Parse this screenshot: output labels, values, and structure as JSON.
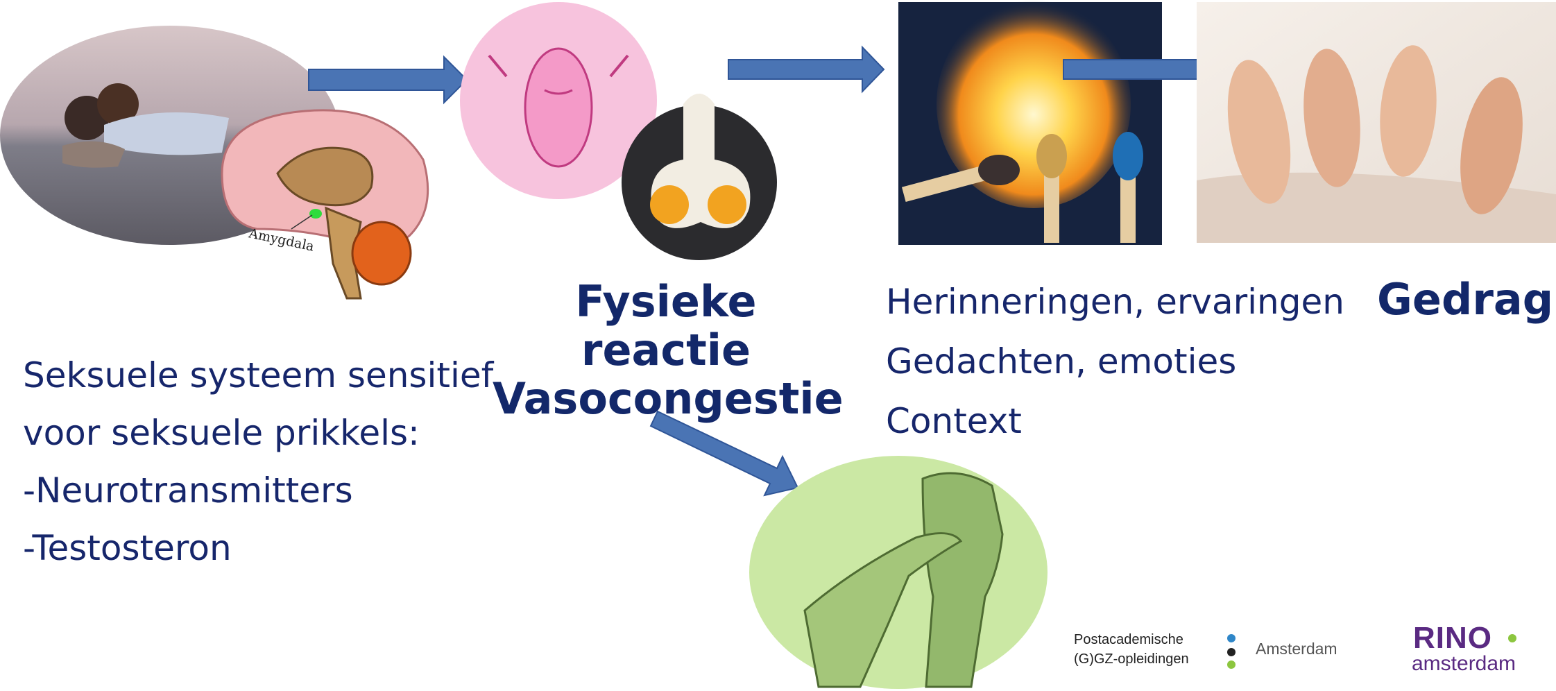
{
  "left_block": {
    "lines": [
      "Seksuele systeem sensitief",
      "voor seksuele prikkels:",
      "-Neurotransmitters",
      "-Testosteron"
    ],
    "amygdala_label": "Amygdala"
  },
  "center_block": {
    "heading_line1": "Fysieke reactie",
    "heading_line2": "Vasocongestie"
  },
  "middle_block": {
    "lines": [
      "Herinneringen, ervaringen",
      "Gedachten, emoties",
      "Context"
    ]
  },
  "right_block": {
    "heading": "Gedrag"
  },
  "footer": {
    "org_line1": "Postacademische",
    "org_line2": "(G)GZ-opleidingen",
    "city": "Amsterdam",
    "logo_title": "RINO",
    "logo_sub": "amsterdam"
  },
  "colors": {
    "text": "#16266b",
    "arrow": "#4a74b4",
    "logo": "#5a2a82",
    "dot_blue": "#2e86c8",
    "dot_dark": "#222222",
    "dot_green": "#8cc63f"
  },
  "images": [
    "couple-kissing-beach-photo",
    "brain-diagram-illustration",
    "vulva-cartoon-illustration",
    "fried-egg-shape-photo",
    "burning-matches-photo",
    "feet-in-bed-photo",
    "touching-hands-illustration"
  ]
}
